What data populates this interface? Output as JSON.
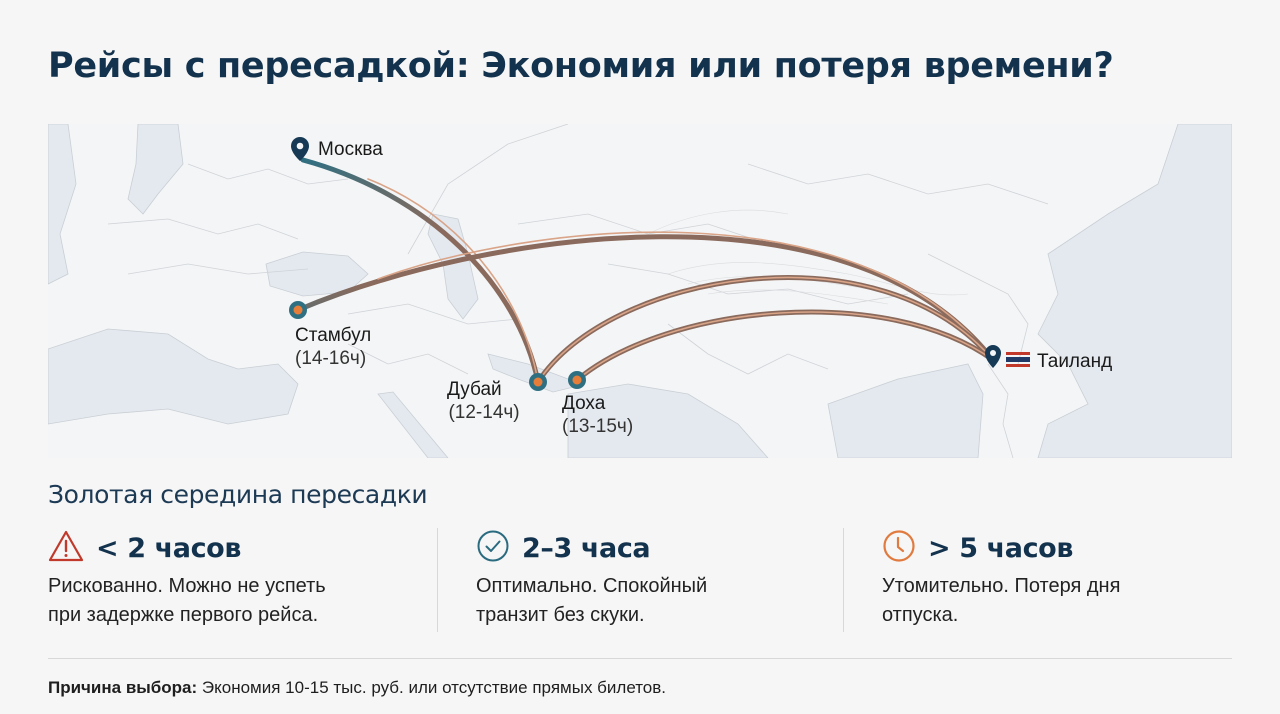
{
  "title": "Рейсы с пересадкой: Экономия или потеря времени?",
  "map": {
    "origin": {
      "name": "Москва",
      "icon": "map-pin-icon"
    },
    "destination": {
      "name": "Таиланд",
      "icon": "map-pin-icon",
      "flag": "thailand-flag-icon"
    },
    "hubs": [
      {
        "name": "Стамбул",
        "duration": "(14-16ч)"
      },
      {
        "name": "Дубай",
        "duration": "(12-14ч)"
      },
      {
        "name": "Доха",
        "duration": "(13-15ч)"
      }
    ],
    "colors": {
      "route_outer": "#4a6b80",
      "route_inner": "#d19a7e",
      "hub_ring": "#2f6f82",
      "hub_dot": "#e67e3a",
      "pin": "#163a55",
      "land": "#f7f7f7",
      "water": "#e3e8ee"
    }
  },
  "layover": {
    "title": "Золотая середина пересадки",
    "items": [
      {
        "icon": "warning-icon",
        "heading": "< 2 часов",
        "line1": "Рискованно. Можно не успеть",
        "line2": "при задержке первого рейса.",
        "color": "#c0392b"
      },
      {
        "icon": "check-circle-icon",
        "heading": "2–3 часа",
        "line1": "Оптимально. Спокойный",
        "line2": "транзит без скуки.",
        "color": "#2a6b80"
      },
      {
        "icon": "clock-icon",
        "heading": "> 5 часов",
        "line1": "Утомительно. Потеря дня",
        "line2": "отпуска.",
        "color": "#e07a3e"
      }
    ]
  },
  "footer": {
    "label": "Причина выбора:",
    "text": " Экономия 10-15 тыс. руб. или отсутствие прямых билетов."
  }
}
